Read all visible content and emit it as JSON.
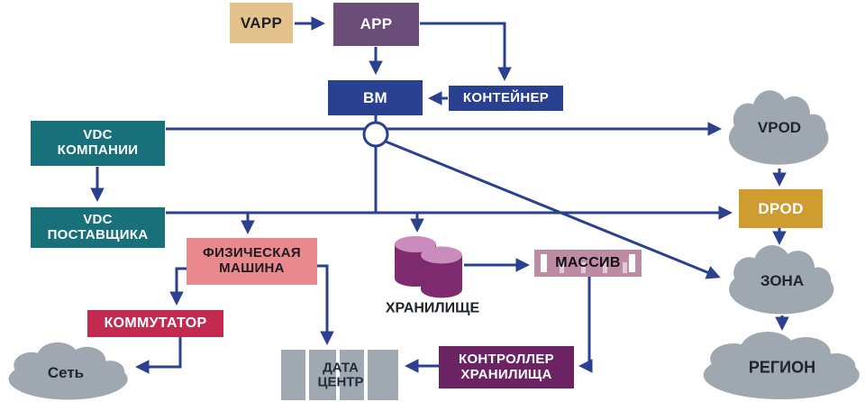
{
  "diagram": {
    "nodes": {
      "vapp": {
        "label": "VAPP"
      },
      "app": {
        "label": "APP"
      },
      "vm": {
        "label": "ВМ"
      },
      "container": {
        "label": "КОНТЕЙНЕР"
      },
      "vdc_company": {
        "line1": "VDC",
        "line2": "КОМПАНИИ"
      },
      "vdc_provider": {
        "line1": "VDC",
        "line2": "ПОСТАВЩИКА"
      },
      "physical_machine": {
        "line1": "ФИЗИЧЕСКАЯ",
        "line2": "МАШИНА"
      },
      "switch": {
        "label": "КОММУТАТОР"
      },
      "network": {
        "label": "Сеть"
      },
      "data_center": {
        "line1": "ДАТА",
        "line2": "ЦЕНТР"
      },
      "storage": {
        "label": "ХРАНИЛИЩЕ"
      },
      "array": {
        "label": "МАССИВ"
      },
      "storage_controller": {
        "line1": "КОНТРОЛЛЕР",
        "line2": "ХРАНИЛИЩА"
      },
      "vpod": {
        "label": "VPOD"
      },
      "dpod": {
        "label": "DPOD"
      },
      "zone": {
        "label": "ЗОНА"
      },
      "region": {
        "label": "РЕГИОН"
      }
    },
    "colors": {
      "connector": "#2b418f",
      "vapp": "#e3c28b",
      "app": "#6a4e79",
      "blue": "#2a4191",
      "teal": "#17707a",
      "pink": "#e9898e",
      "red": "#c22a50",
      "gold": "#cf9c30",
      "mauve": "#bd8ba4",
      "dark_purple": "#6b2364",
      "cloud_gray": "#9fa8b0",
      "bar_gray": "#a0a9b1",
      "cylinder_body": "#7d2a6e",
      "cylinder_top": "#c98cbc"
    }
  }
}
